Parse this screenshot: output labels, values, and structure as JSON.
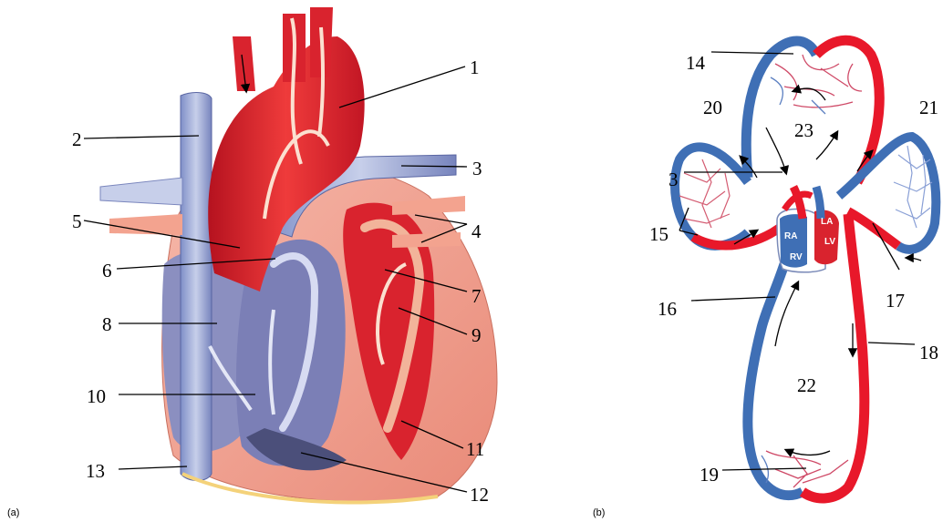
{
  "panels": {
    "a": "(a)",
    "b": "(b)"
  },
  "heart_labels": [
    "1",
    "2",
    "3",
    "4",
    "5",
    "6",
    "7",
    "8",
    "9",
    "10",
    "11",
    "12",
    "13"
  ],
  "circuit_labels": [
    "14",
    "20",
    "21",
    "23",
    "3",
    "15",
    "16",
    "17",
    "18",
    "22",
    "19"
  ],
  "chambers": {
    "ra": "RA",
    "rv": "RV",
    "la": "LA",
    "lv": "LV"
  },
  "colors": {
    "oxygenated": "#e8182a",
    "deoxygenated": "#3f6fb5",
    "muscle": "#ee9a8a",
    "inner_blue": "#8b8fc0"
  }
}
